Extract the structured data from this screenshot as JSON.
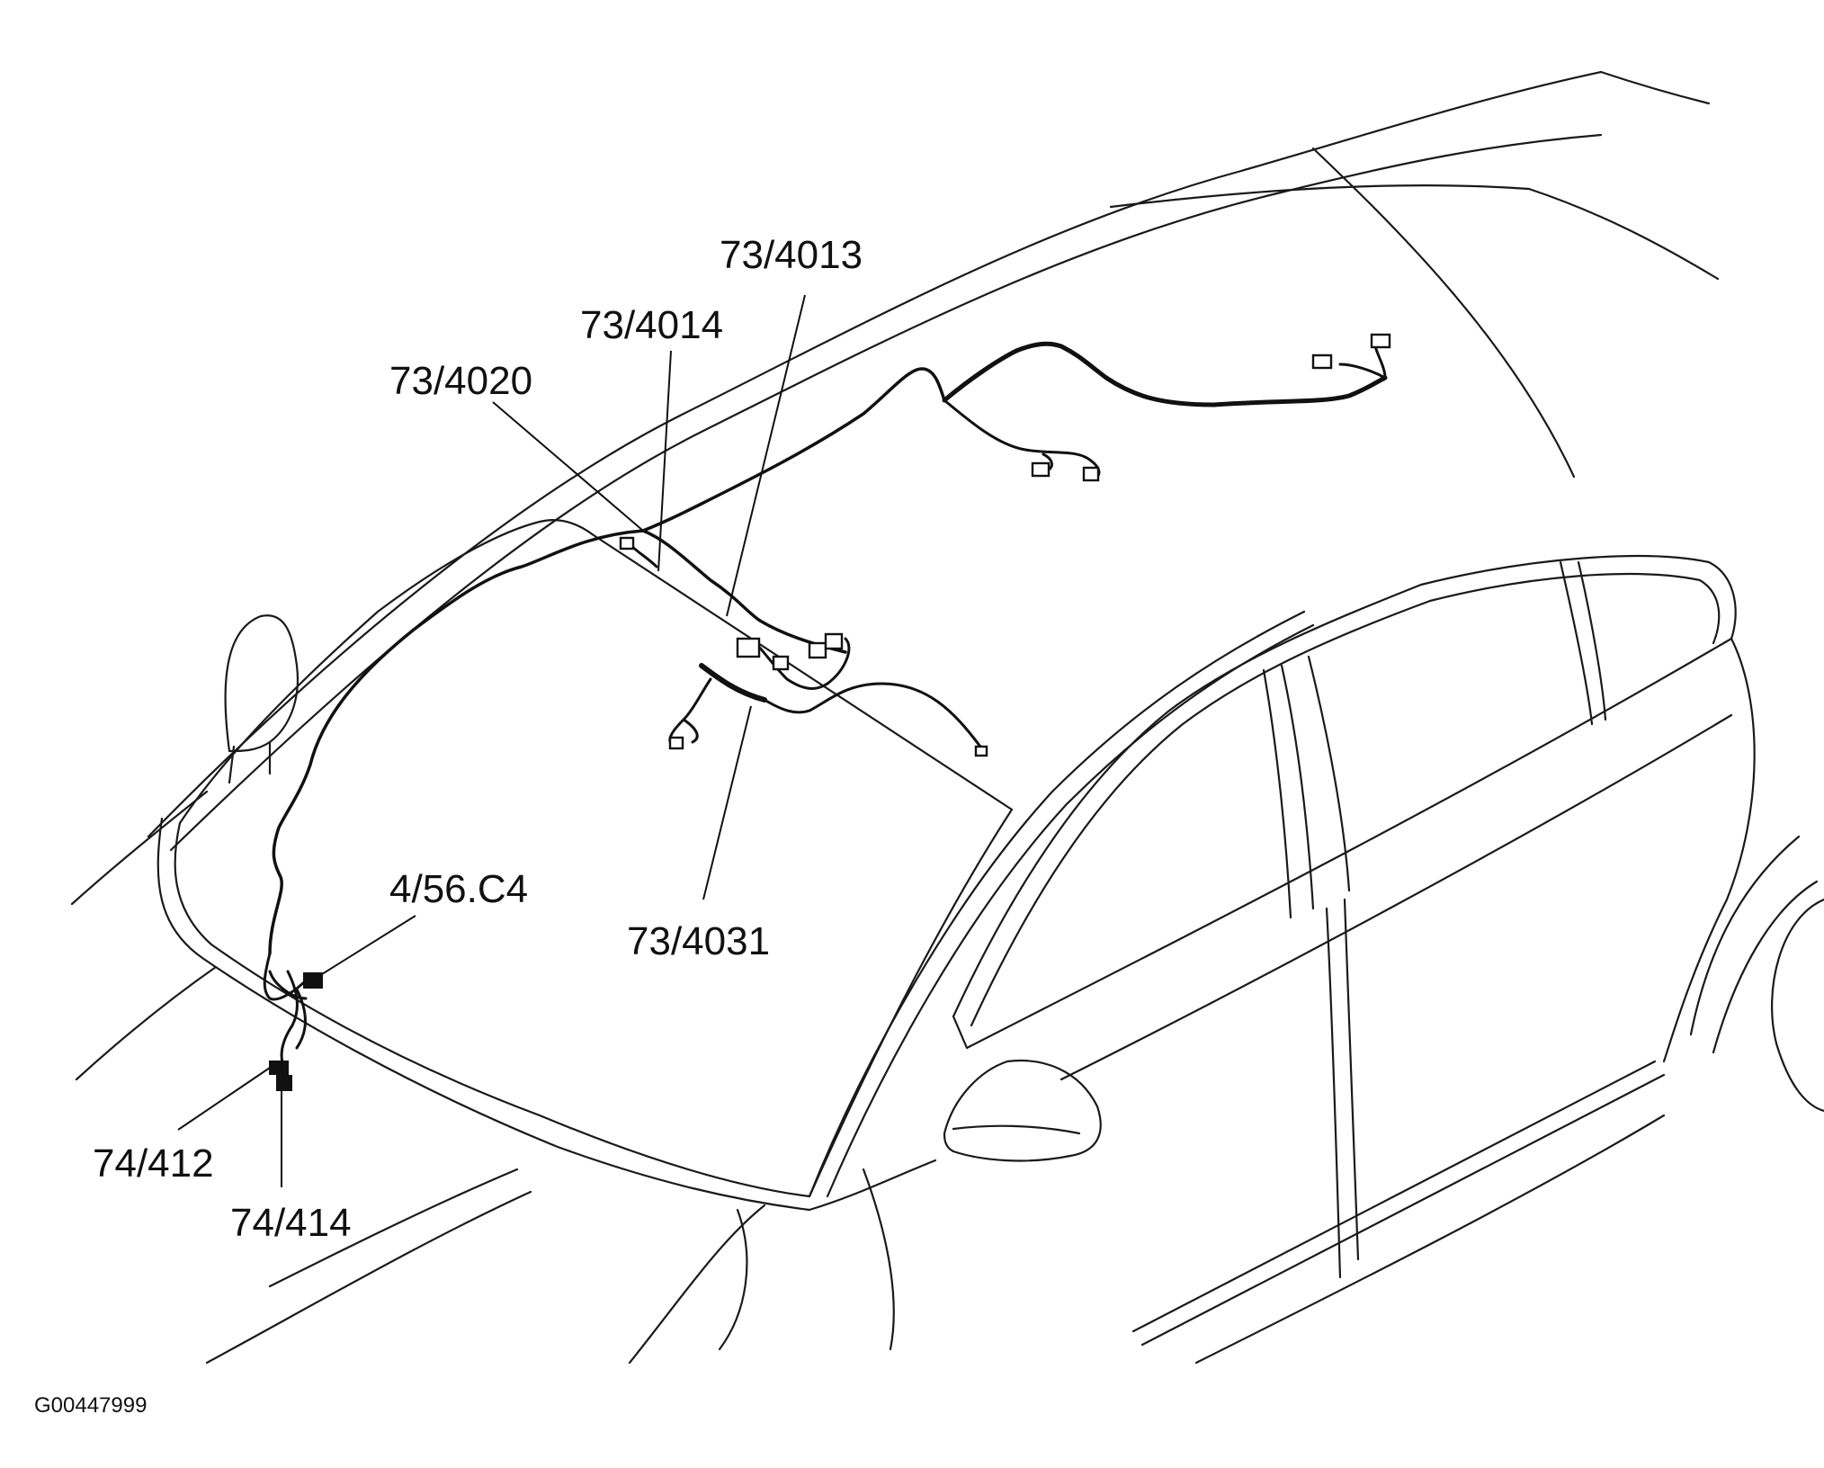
{
  "figure_id": "G00447999",
  "callouts": [
    {
      "id": "c-73-4013",
      "text": "73/4013"
    },
    {
      "id": "c-73-4014",
      "text": "73/4014"
    },
    {
      "id": "c-73-4020",
      "text": "73/4020"
    },
    {
      "id": "c-73-4031",
      "text": "73/4031"
    },
    {
      "id": "c-4-56-c4",
      "text": "4/56.C4"
    },
    {
      "id": "c-74-412",
      "text": "74/412"
    },
    {
      "id": "c-74-414",
      "text": "74/414"
    }
  ]
}
